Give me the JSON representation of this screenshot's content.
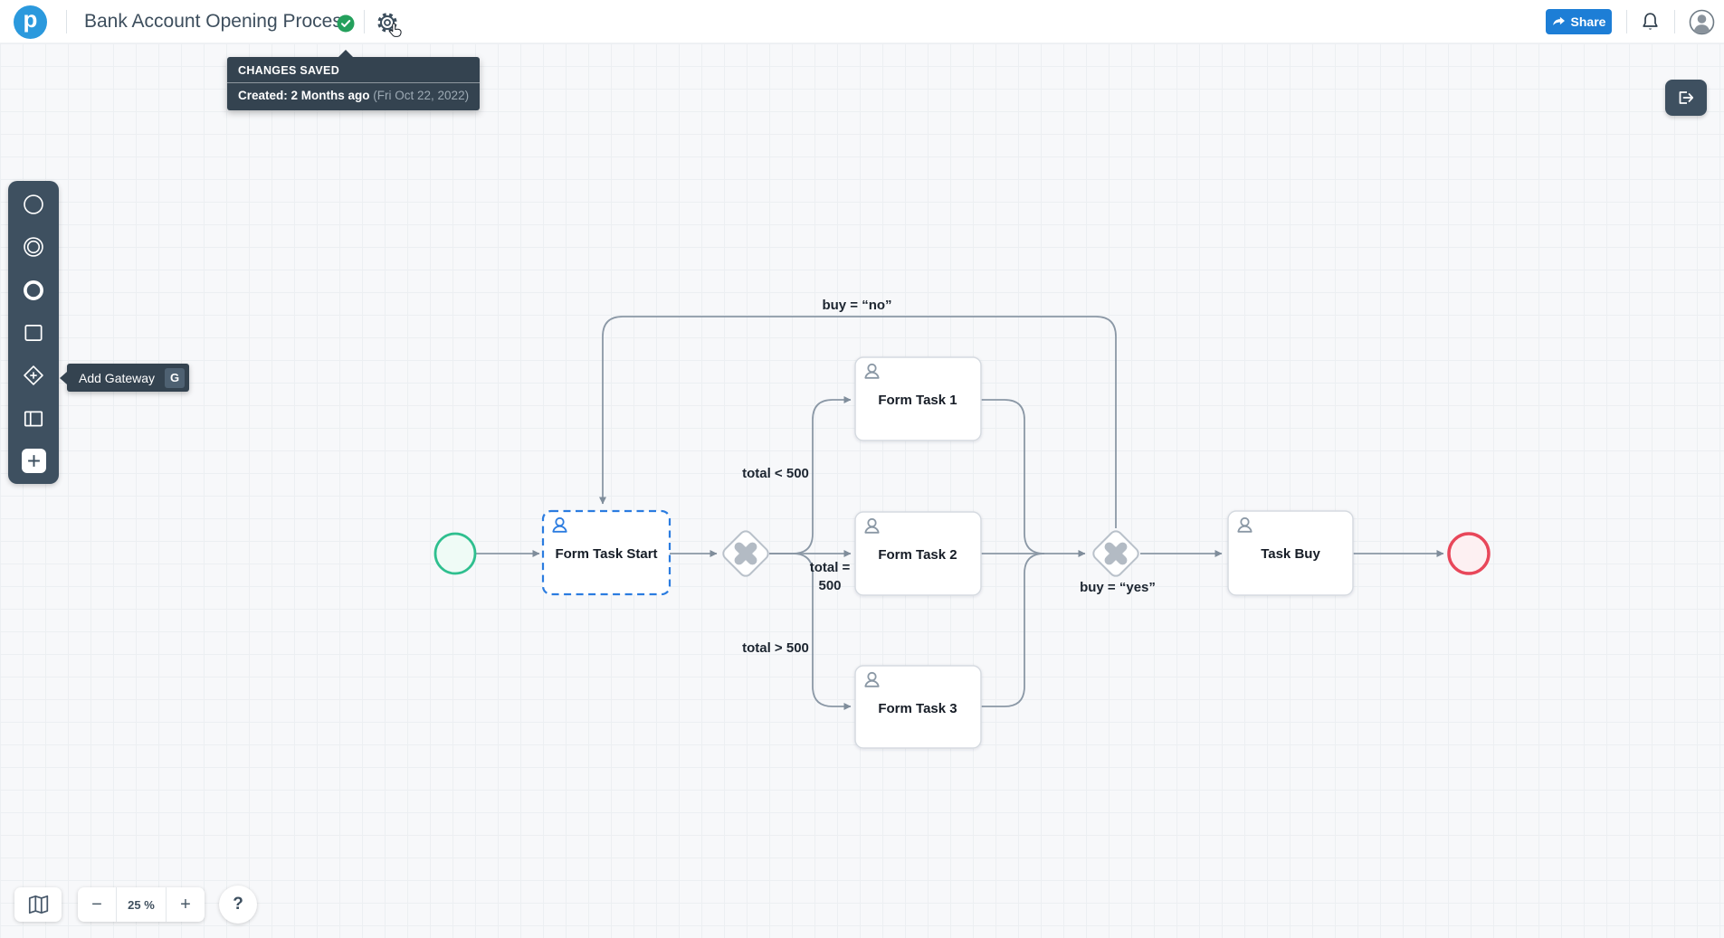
{
  "header": {
    "logo_letter": "p",
    "title": "Bank Account Opening Process",
    "share_label": "Share"
  },
  "saved_tooltip": {
    "title": "CHANGES SAVED",
    "created_label": "Created: 2 Months ago",
    "created_date": "(Fri Oct 22, 2022)"
  },
  "gateway_tooltip": {
    "label": "Add Gateway",
    "shortcut": "G"
  },
  "toolbar": {
    "icons": [
      "start-event-icon",
      "intermediate-event-icon",
      "end-event-icon",
      "task-icon",
      "gateway-icon",
      "pool-lane-icon",
      "plus-icon"
    ]
  },
  "diagram": {
    "tasks": [
      {
        "label": "Form Task Start",
        "selected": true
      },
      {
        "label": "Form Task 1",
        "selected": false
      },
      {
        "label": "Form Task 2",
        "selected": false
      },
      {
        "label": "Form Task 3",
        "selected": false
      },
      {
        "label": "Task Buy",
        "selected": false
      }
    ],
    "flow_labels": {
      "buy_no": "buy = “no”",
      "total_lt": "total < 500",
      "total_eq_line1": "total =",
      "total_eq_line2": "500",
      "total_gt": "total > 500",
      "buy_yes": "buy = “yes”"
    }
  },
  "controls": {
    "zoom_out_label": "−",
    "zoom_level": "25 %",
    "zoom_in_label": "+",
    "help_label": "?"
  },
  "colors": {
    "toolbar_bg": "#3e5060",
    "tooltip_bg": "#344350",
    "logo_blue": "#2b99dd",
    "share_blue": "#1d7ed6",
    "selection_blue": "#2b7ce0",
    "start_event_green": "#2fbf8f",
    "end_event_red": "#e8475a",
    "connector_gray": "#8b98a6",
    "saved_check_green": "#24a05c"
  }
}
